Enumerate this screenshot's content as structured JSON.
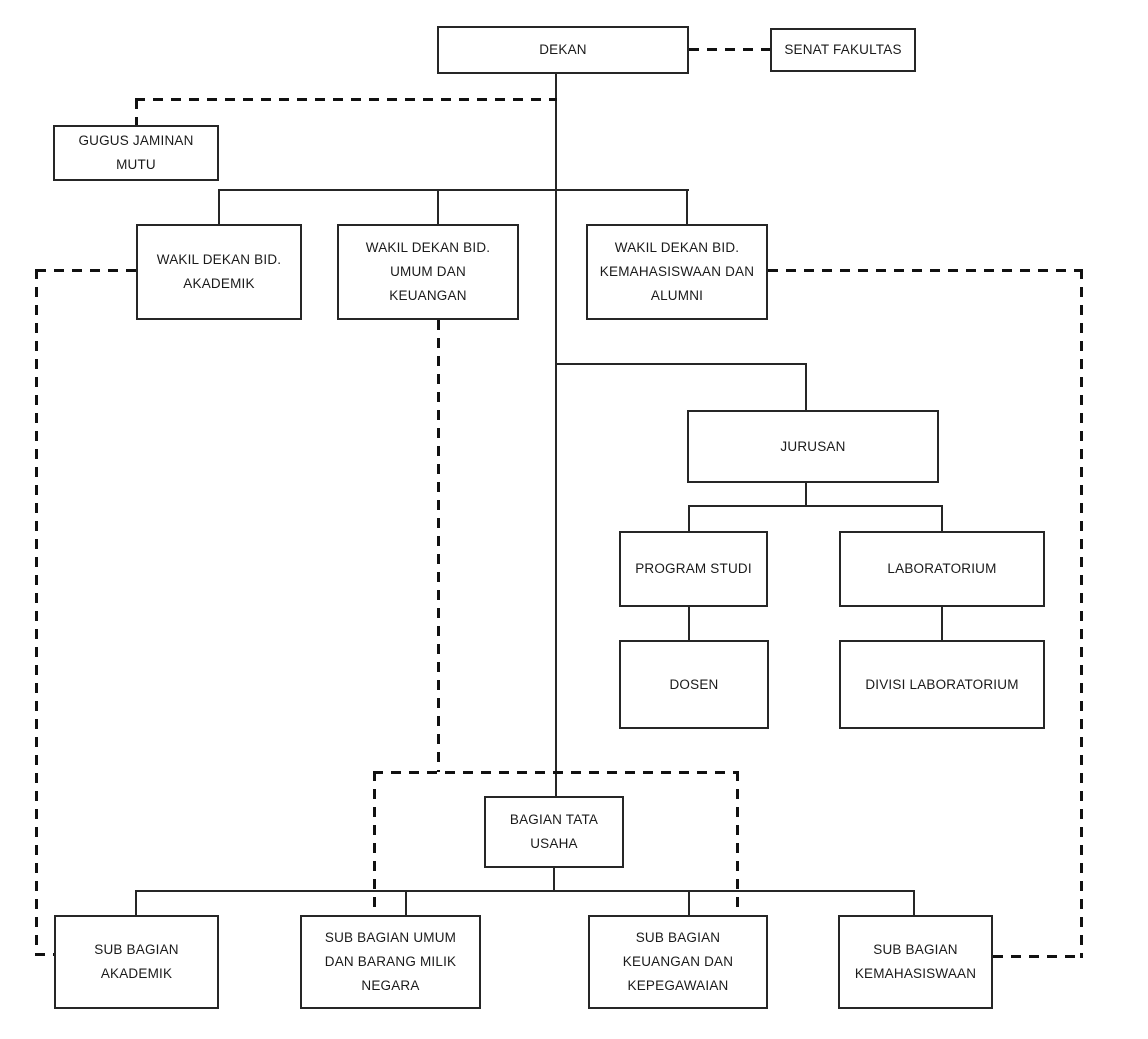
{
  "diagram": {
    "type": "org-chart",
    "background_color": "#ffffff",
    "line_color": "#262626",
    "text_color": "#1a1a1a",
    "nodes": {
      "dekan": {
        "label": "DEKAN"
      },
      "senat_fakultas": {
        "label": "SENAT FAKULTAS"
      },
      "gugus_jaminan_mutu": {
        "label": "GUGUS JAMINAN\nMUTU"
      },
      "wakil_dekan_akademik": {
        "label": "WAKIL DEKAN BID.\nAKADEMIK"
      },
      "wakil_dekan_umum_keuangan": {
        "label": "WAKIL DEKAN BID.\nUMUM DAN\nKEUANGAN"
      },
      "wakil_dekan_kemahasiswaan": {
        "label": "WAKIL DEKAN BID.\nKEMAHASISWAAN DAN\nALUMNI"
      },
      "jurusan": {
        "label": "JURUSAN"
      },
      "program_studi": {
        "label": "PROGRAM STUDI"
      },
      "laboratorium": {
        "label": "LABORATORIUM"
      },
      "dosen": {
        "label": "DOSEN"
      },
      "divisi_laboratorium": {
        "label": "DIVISI LABORATORIUM"
      },
      "bagian_tata_usaha": {
        "label": "BAGIAN TATA\nUSAHA"
      },
      "sub_bagian_akademik": {
        "label": "SUB BAGIAN\nAKADEMIK"
      },
      "sub_bagian_umum": {
        "label": "SUB BAGIAN UMUM\nDAN BARANG MILIK\nNEGARA"
      },
      "sub_bagian_keuangan": {
        "label": "SUB BAGIAN\nKEUANGAN DAN\nKEPEGAWAIAN"
      },
      "sub_bagian_kemahasiswaan": {
        "label": "SUB BAGIAN\nKEMAHASISWAAN"
      }
    },
    "solid_edges": [
      [
        "DEKAN",
        "WAKIL DEKAN BID. AKADEMIK"
      ],
      [
        "DEKAN",
        "WAKIL DEKAN BID. UMUM DAN KEUANGAN"
      ],
      [
        "DEKAN",
        "WAKIL DEKAN BID. KEMAHASISWAAN DAN ALUMNI"
      ],
      [
        "DEKAN",
        "JURUSAN"
      ],
      [
        "DEKAN",
        "BAGIAN TATA USAHA"
      ],
      [
        "JURUSAN",
        "PROGRAM STUDI"
      ],
      [
        "JURUSAN",
        "LABORATORIUM"
      ],
      [
        "PROGRAM STUDI",
        "DOSEN"
      ],
      [
        "LABORATORIUM",
        "DIVISI LABORATORIUM"
      ],
      [
        "BAGIAN TATA USAHA",
        "SUB BAGIAN AKADEMIK"
      ],
      [
        "BAGIAN TATA USAHA",
        "SUB BAGIAN UMUM DAN BARANG MILIK NEGARA"
      ],
      [
        "BAGIAN TATA USAHA",
        "SUB BAGIAN KEUANGAN DAN KEPEGAWAIAN"
      ],
      [
        "BAGIAN TATA USAHA",
        "SUB BAGIAN KEMAHASISWAAN"
      ]
    ],
    "dashed_edges": [
      [
        "DEKAN",
        "SENAT FAKULTAS"
      ],
      [
        "DEKAN",
        "GUGUS JAMINAN MUTU"
      ],
      [
        "WAKIL DEKAN BID. AKADEMIK",
        "SUB BAGIAN AKADEMIK"
      ],
      [
        "WAKIL DEKAN BID. KEMAHASISWAAN DAN ALUMNI",
        "SUB BAGIAN KEMAHASISWAAN"
      ],
      [
        "WAKIL DEKAN BID. UMUM DAN KEUANGAN",
        "BAGIAN TATA USAHA"
      ],
      [
        "WAKIL DEKAN BID. UMUM DAN KEUANGAN",
        "SUB BAGIAN UMUM DAN BARANG MILIK NEGARA"
      ],
      [
        "WAKIL DEKAN BID. UMUM DAN KEUANGAN",
        "SUB BAGIAN KEUANGAN DAN KEPEGAWAIAN"
      ]
    ]
  }
}
